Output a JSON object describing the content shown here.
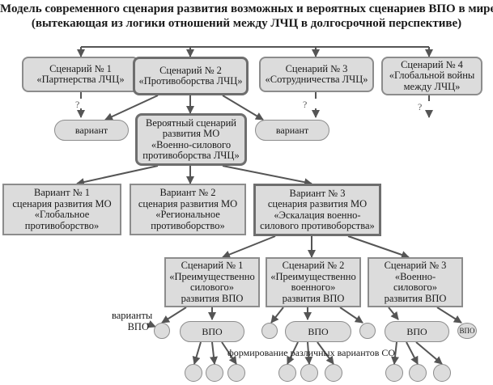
{
  "title": {
    "line1": "Модель современного сценария развития возможных и вероятных сценариев ВПО в мире",
    "line2": "(вытекающая из логики отношений между ЛЧЦ в долгосрочной перспективе)"
  },
  "scenarios": [
    {
      "line1": "Сценарий № 1",
      "line2": "«Партнерства ЛЧЦ»",
      "line3": ""
    },
    {
      "line1": "Сценарий № 2",
      "line2": "«Противоборства ЛЧЦ»",
      "line3": ""
    },
    {
      "line1": "Сценарий № 3",
      "line2": "«Сотрудничества ЛЧЦ»",
      "line3": ""
    },
    {
      "line1": "Сценарий № 4",
      "line2": "«Глобальной войны",
      "line3": "между ЛЧЦ»"
    }
  ],
  "question_mark": "?",
  "variant_label": "вариант",
  "probable": {
    "line1": "Вероятный сценарий",
    "line2": "развития МО",
    "line3": "«Военно-силового",
    "line4": "противоборства ЛЧЦ»"
  },
  "variants": [
    {
      "line1": "Вариант № 1",
      "line2": "сценария развития МО",
      "line3": "«Глобальное",
      "line4": "противоборство»"
    },
    {
      "line1": "Вариант № 2",
      "line2": "сценария развития МО",
      "line3": "«Региональное",
      "line4": "противоборство»"
    },
    {
      "line1": "Вариант № 3",
      "line2": "сценария развития МО",
      "line3": "«Эскалация военно-",
      "line4": "силового противоборства»"
    }
  ],
  "sub_scenarios": [
    {
      "line1": "Сценарий  № 1",
      "line2": "«Преимущественно",
      "line3": "силового»",
      "line4": "развития ВПО"
    },
    {
      "line1": "Сценарий  № 2",
      "line2": "«Преимущественно",
      "line3": "военного»",
      "line4": "развития ВПО"
    },
    {
      "line1": "Сценарий  № 3",
      "line2": "«Военно-",
      "line3": "силового»",
      "line4": "развития ВПО"
    }
  ],
  "vpo_variants_label": {
    "line1": "варианты",
    "line2": "ВПО"
  },
  "vpo_label": "ВПО",
  "small_vpo_label": "ВПО",
  "so_label": "формирование различных вариантов СО"
}
